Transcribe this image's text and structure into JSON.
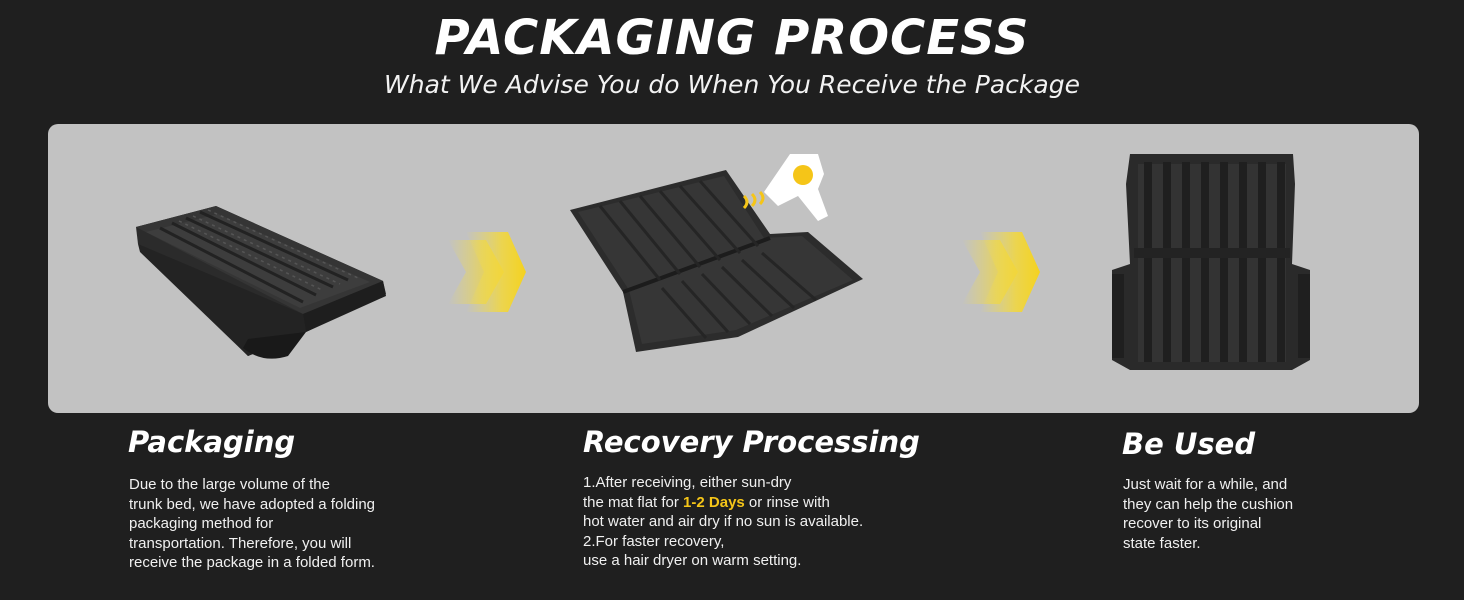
{
  "header": {
    "title": "PACKAGING PROCESS",
    "subtitle": "What We Advise You do When You Receive the Package"
  },
  "colors": {
    "background": "#1f1f1f",
    "panel": "#c2c2c2",
    "accent_yellow": "#f5c518",
    "mat": "#2a2a2a"
  },
  "icons": [
    "folded-mat-image",
    "arrow-right-icon",
    "flat-mat-image",
    "hair-dryer-icon",
    "installed-mat-image"
  ],
  "steps": [
    {
      "title": "Packaging",
      "lines": [
        "Due to the large volume of the",
        "trunk bed, we have adopted a folding",
        "packaging method for",
        "transportation. Therefore, you will",
        "receive the package in a folded form."
      ]
    },
    {
      "title": "Recovery Processing",
      "line1": "1.After receiving, either sun-dry",
      "line2_pre": "the mat flat for ",
      "line2_highlight": "1-2 Days",
      "line2_post": " or rinse with",
      "line3": "hot water and air dry if no sun is available.",
      "line4": "2.For faster recovery,",
      "line5": "use a hair dryer on warm setting."
    },
    {
      "title": "Be Used",
      "lines": [
        "Just wait for a while, and",
        "they can help the cushion",
        "recover to its original",
        "state faster."
      ]
    }
  ]
}
